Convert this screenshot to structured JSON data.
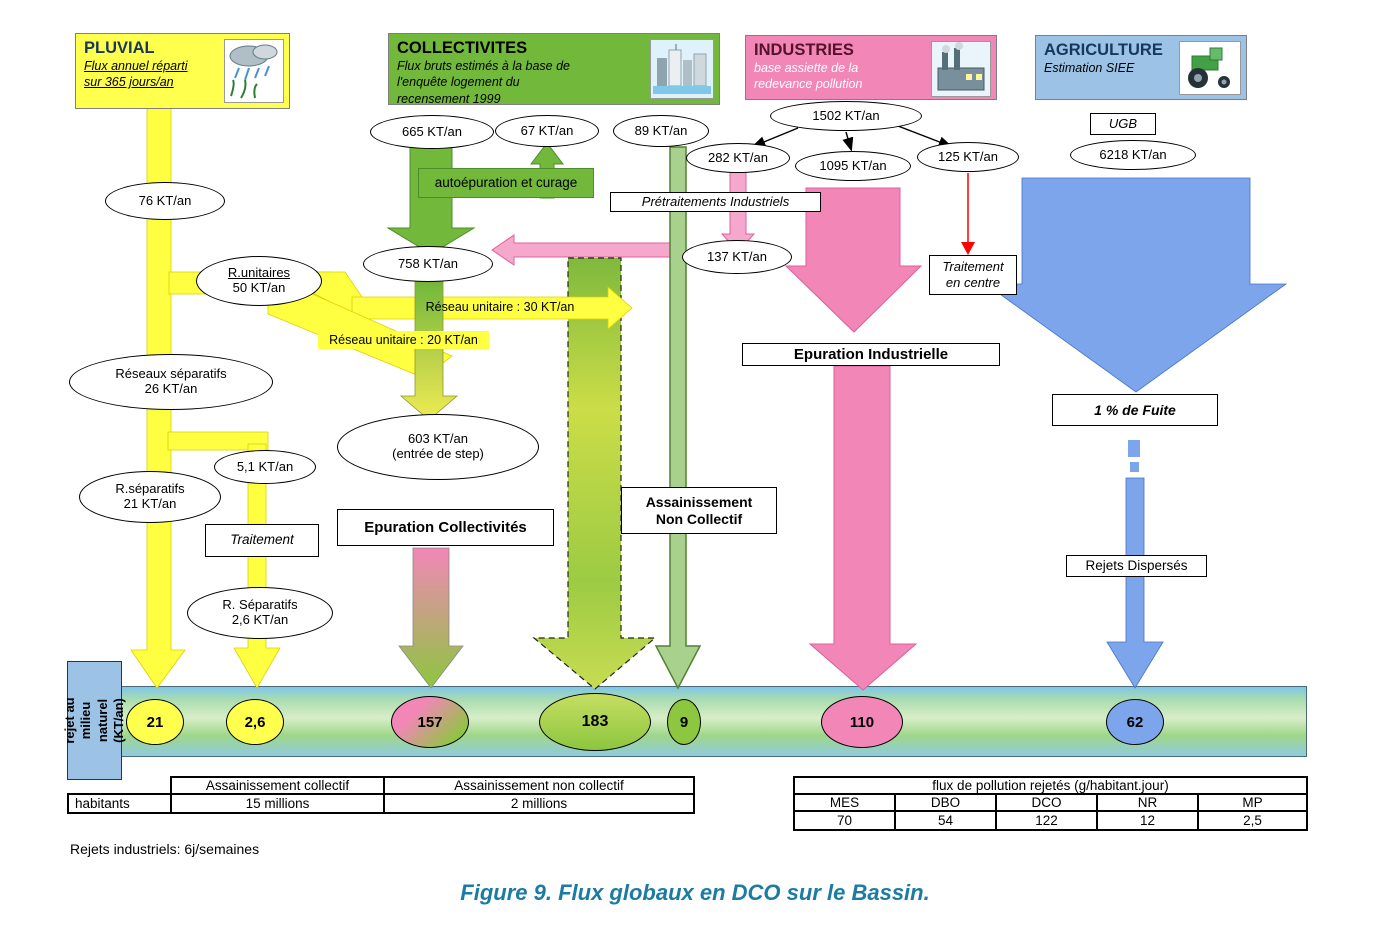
{
  "headers": {
    "pluvial": {
      "title": "PLUVIAL",
      "lines": [
        "Flux annuel réparti",
        "sur 365 jours/an"
      ]
    },
    "collectivites": {
      "title": "COLLECTIVITES",
      "lines": [
        "Flux bruts estimés à la base de",
        "l'enquête logement du",
        "recensement 1999"
      ]
    },
    "industries": {
      "title": "INDUSTRIES",
      "lines": [
        "base assiette de la",
        "redevance pollution"
      ]
    },
    "agriculture": {
      "title": "AGRICULTURE",
      "lines": [
        "Estimation SIEE"
      ]
    }
  },
  "nodes": {
    "pluvial_flux": "76 KT/an",
    "coll_brut": "665 KT/an",
    "curage": "67 KT/an",
    "anc_flux": "89 KT/an",
    "ind_total": "1502 KT/an",
    "ind_pretraite": "282 KT/an",
    "ind_epur": "1095 KT/an",
    "ind_centre": "125 KT/an",
    "ugb": "UGB",
    "agri_flux": "6218 KT/an",
    "coll_apres": "758 KT/an",
    "r_unitaires": [
      "R.unitaires",
      "50 KT/an"
    ],
    "reseaux_separatifs": [
      "Réseaux séparatifs",
      "26 KT/an"
    ],
    "ind_rejet": "137 KT/an",
    "entree_step": [
      "603 KT/an",
      "(entrée de step)"
    ],
    "sep_51": "5,1 KT/an",
    "r_separatifs_21": [
      "R.séparatifs",
      "21 KT/an"
    ],
    "r_separatifs_26": [
      "R. Séparatifs",
      "2,6 KT/an"
    ]
  },
  "labels": {
    "autoepuration": "autoépuration et curage",
    "pretraitements": "Prétraitements Industriels",
    "traitement_centre": [
      "Traitement",
      "en centre"
    ],
    "epuration_industrielle": "Epuration Industrielle",
    "fuite": "1 % de Fuite",
    "traitement": "Traitement",
    "epuration_collectivites": "Epuration Collectivités",
    "assainissement_nc": [
      "Assainissement",
      "Non Collectif"
    ],
    "rejets_disperses": "Rejets Dispersés",
    "reseau_30": "Réseau unitaire :  30 KT/an",
    "reseau_20": "Réseau unitaire : 20 KT/an",
    "band_axis": "rejet au milieu naturel (KT/an)"
  },
  "outflows": {
    "separatif_21": "21",
    "separatif_26": "2,6",
    "step": "157",
    "unitaire": "183",
    "anc": "9",
    "industrie": "110",
    "agriculture": "62"
  },
  "tables": {
    "habitants": {
      "col1_header": "Assainissement  collectif",
      "col2_header": "Assainissement non collectif",
      "row_label": "habitants",
      "col1_value": "15 millions",
      "col2_value": "2 millions"
    },
    "pollution": {
      "title": "flux de pollution rejetés (g/habitant.jour)",
      "columns": [
        "MES",
        "DBO",
        "DCO",
        "NR",
        "MP"
      ],
      "values": [
        "70",
        "54",
        "122",
        "12",
        "2,5"
      ]
    }
  },
  "footnote": "Rejets industriels: 6j/semaines",
  "caption": "Figure 9. Flux globaux en DCO sur le Bassin.",
  "icons": {
    "pluvial": "rain-cloud-icon",
    "collectivites": "city-icon",
    "industries": "factory-icon",
    "agriculture": "tractor-icon"
  },
  "colors": {
    "pluvial": "#FFFF4D",
    "collectivites": "#71B83B",
    "industries": "#F287B7",
    "agriculture": "#9CC3E5",
    "flow_yellow": "#FFFF42",
    "flow_green": "#71B83B",
    "flow_green_light": "#A9D18E",
    "flow_pink": "#F287B7",
    "flow_blue": "#7CA5EC",
    "flow_red": "#FF0000",
    "caption": "#1B7BA3"
  }
}
